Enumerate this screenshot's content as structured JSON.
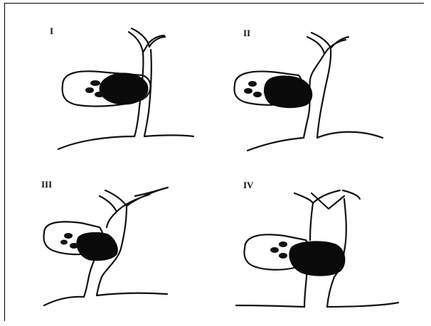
{
  "panels": [
    {
      "label": "I"
    },
    {
      "label": "II"
    },
    {
      "label": "III"
    },
    {
      "label": "IV"
    }
  ]
}
